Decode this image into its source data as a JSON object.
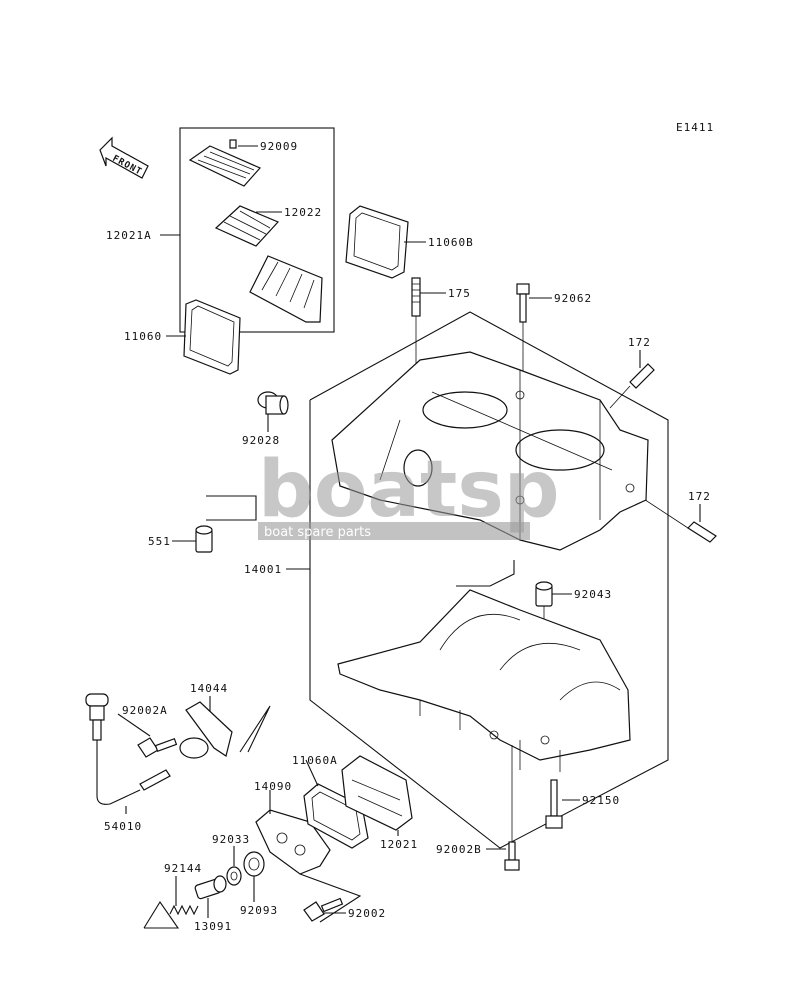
{
  "diagram_code": "E1411",
  "front_label": "FRONT",
  "watermark": {
    "text": "boatsp",
    "tagline": "boat spare parts"
  },
  "parts": [
    {
      "id": "p92009",
      "label": "92009"
    },
    {
      "id": "p12022",
      "label": "12022"
    },
    {
      "id": "p12021A",
      "label": "12021A"
    },
    {
      "id": "p11060B",
      "label": "11060B"
    },
    {
      "id": "p11060",
      "label": "11060"
    },
    {
      "id": "p175",
      "label": "175"
    },
    {
      "id": "p92062",
      "label": "92062"
    },
    {
      "id": "p172a",
      "label": "172"
    },
    {
      "id": "p92028",
      "label": "92028"
    },
    {
      "id": "p172b",
      "label": "172"
    },
    {
      "id": "p551",
      "label": "551"
    },
    {
      "id": "p14001",
      "label": "14001"
    },
    {
      "id": "p92043",
      "label": "92043"
    },
    {
      "id": "p14044",
      "label": "14044"
    },
    {
      "id": "p92002A",
      "label": "92002A"
    },
    {
      "id": "p11060A",
      "label": "11060A"
    },
    {
      "id": "p14090",
      "label": "14090"
    },
    {
      "id": "p54010",
      "label": "54010"
    },
    {
      "id": "p92150",
      "label": "92150"
    },
    {
      "id": "p92033",
      "label": "92033"
    },
    {
      "id": "p12021",
      "label": "12021"
    },
    {
      "id": "p92002B",
      "label": "92002B"
    },
    {
      "id": "p92144",
      "label": "92144"
    },
    {
      "id": "p92093",
      "label": "92093"
    },
    {
      "id": "p13091",
      "label": "13091"
    },
    {
      "id": "p92002",
      "label": "92002"
    }
  ]
}
